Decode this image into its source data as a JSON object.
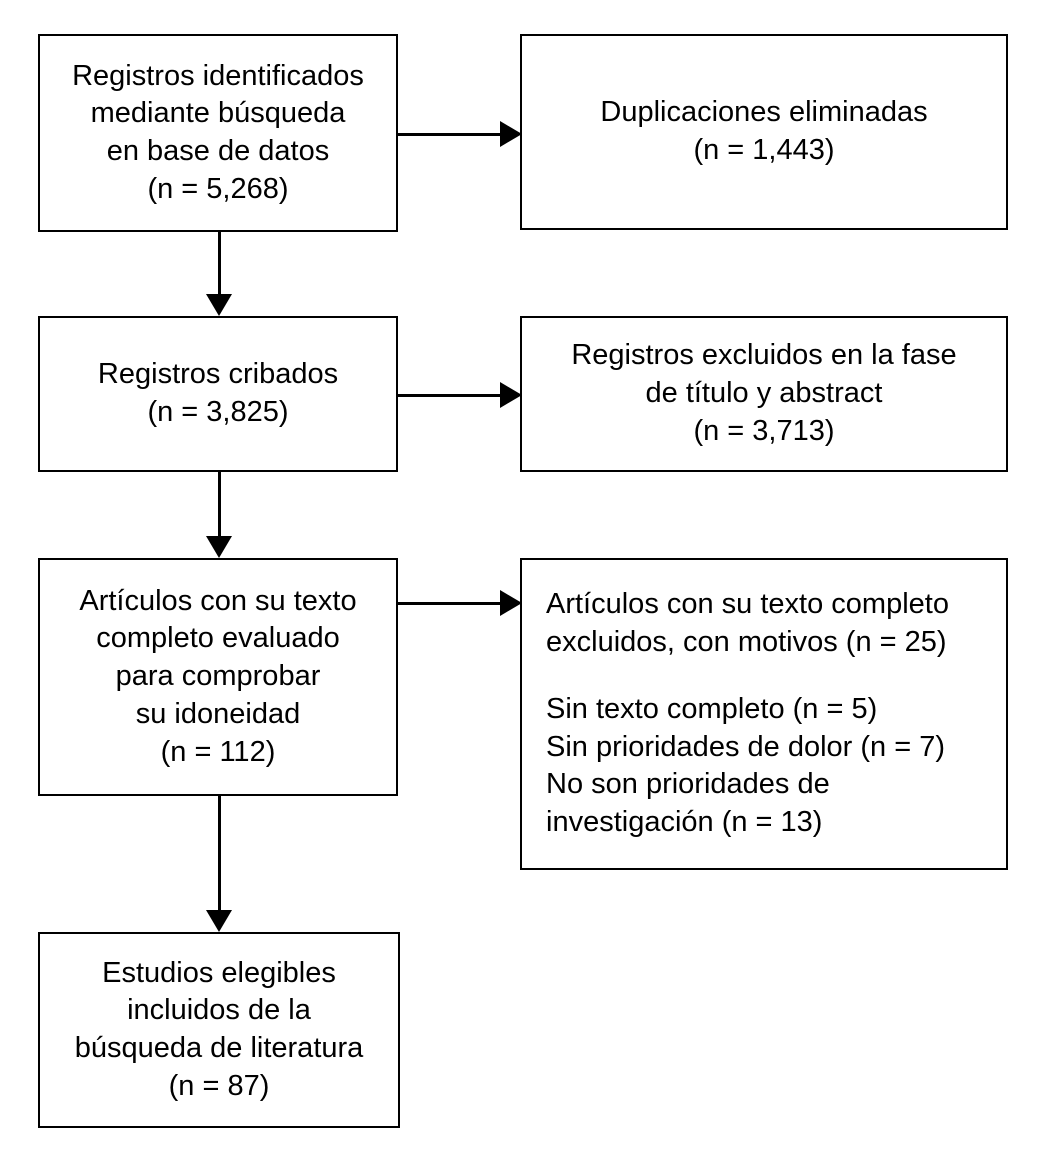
{
  "diagram": {
    "type": "prisma-flow-diagram",
    "language": "es",
    "colors": {
      "background": "#ffffff",
      "box_border": "#000000",
      "text": "#000000",
      "connector": "#000000"
    },
    "nodes": {
      "identified": {
        "name": "records-identified",
        "align": "center",
        "lines": [
          "Registros identificados",
          "mediante búsqueda",
          "en base de datos",
          "(n = 5,268)"
        ],
        "count": 5268
      },
      "duplicates": {
        "name": "duplicates-removed",
        "align": "center",
        "lines": [
          "Duplicaciones eliminadas",
          "(n = 1,443)"
        ],
        "count": 1443
      },
      "screened": {
        "name": "records-screened",
        "align": "center",
        "lines": [
          "Registros cribados",
          "(n = 3,825)"
        ],
        "count": 3825
      },
      "excluded_title_abstract": {
        "name": "records-excluded-title-abstract",
        "align": "center",
        "lines": [
          "Registros excluidos en la fase",
          "de título y abstract",
          "(n = 3,713)"
        ],
        "count": 3713
      },
      "fulltext_assessed": {
        "name": "fulltext-assessed",
        "align": "center",
        "lines": [
          "Artículos con su texto",
          "completo evaluado",
          "para comprobar",
          "su idoneidad",
          "(n = 112)"
        ],
        "count": 112
      },
      "fulltext_excluded": {
        "name": "fulltext-excluded-with-reasons",
        "align": "left",
        "lines": [
          "Artículos con su texto completo",
          "excluidos, con motivos (n = 25)",
          "",
          "Sin texto completo (n = 5)",
          "Sin prioridades de dolor (n = 7)",
          "No son prioridades de",
          "investigación (n = 13)"
        ],
        "count": 25,
        "reasons": [
          {
            "label": "Sin texto completo",
            "count": 5
          },
          {
            "label": "Sin prioridades de dolor",
            "count": 7
          },
          {
            "label": "No son prioridades de investigación",
            "count": 13
          }
        ]
      },
      "included": {
        "name": "studies-included",
        "align": "center",
        "lines": [
          "Estudios elegibles",
          "incluidos de la",
          "búsqueda de literatura",
          "(n = 87)"
        ],
        "count": 87
      }
    },
    "connectors": [
      {
        "name": "identified-to-duplicates",
        "from": "identified",
        "to": "duplicates",
        "direction": "right"
      },
      {
        "name": "identified-to-screened",
        "from": "identified",
        "to": "screened",
        "direction": "down"
      },
      {
        "name": "screened-to-excluded-title-abstract",
        "from": "screened",
        "to": "excluded_title_abstract",
        "direction": "right"
      },
      {
        "name": "screened-to-fulltext",
        "from": "screened",
        "to": "fulltext_assessed",
        "direction": "down"
      },
      {
        "name": "fulltext-to-fulltext-excluded",
        "from": "fulltext_assessed",
        "to": "fulltext_excluded",
        "direction": "right"
      },
      {
        "name": "fulltext-to-included",
        "from": "fulltext_assessed",
        "to": "included",
        "direction": "down"
      }
    ]
  }
}
